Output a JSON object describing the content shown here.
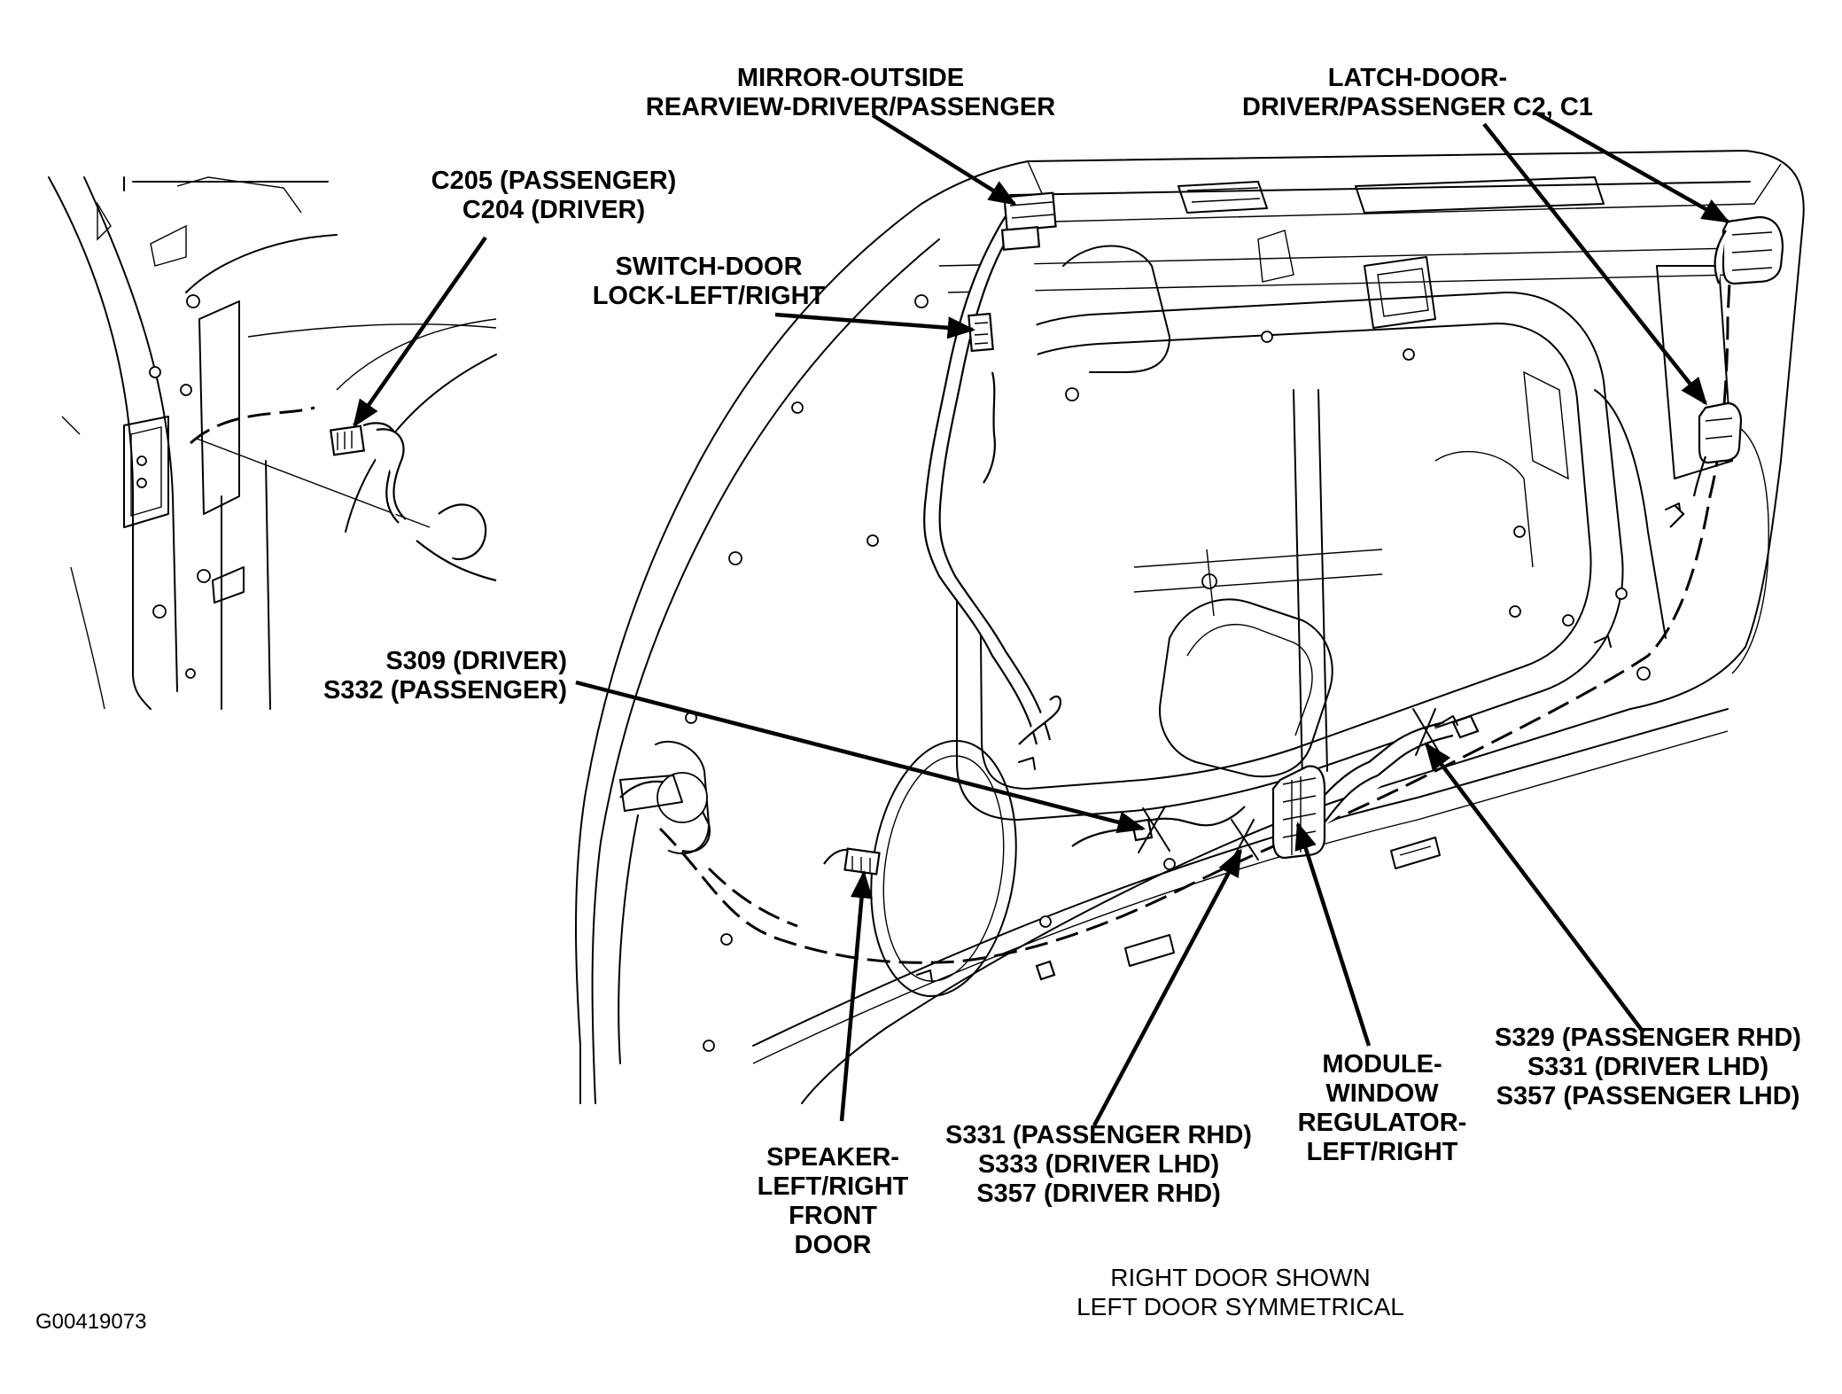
{
  "callouts": {
    "mirror": [
      "MIRROR-OUTSIDE",
      "REARVIEW-DRIVER/PASSENGER"
    ],
    "latch": [
      "LATCH-DOOR-",
      "DRIVER/PASSENGER C2, C1"
    ],
    "c205": [
      "C205 (PASSENGER)",
      "C204 (DRIVER)"
    ],
    "switch": [
      "SWITCH-DOOR",
      "LOCK-LEFT/RIGHT"
    ],
    "s309": [
      "S309 (DRIVER)",
      "S332 (PASSENGER)"
    ],
    "speaker": [
      "SPEAKER-",
      "LEFT/RIGHT",
      "FRONT",
      "DOOR"
    ],
    "s331": [
      "S331 (PASSENGER RHD)",
      "S333 (DRIVER LHD)",
      "S357 (DRIVER RHD)"
    ],
    "module": [
      "MODULE-",
      "WINDOW",
      "REGULATOR-",
      "LEFT/RIGHT"
    ],
    "s329": [
      "S329 (PASSENGER RHD)",
      "S331 (DRIVER LHD)",
      "S357 (PASSENGER LHD)"
    ]
  },
  "note": [
    "RIGHT DOOR SHOWN",
    "LEFT DOOR SYMMETRICAL"
  ],
  "figure_id": "G00419073"
}
